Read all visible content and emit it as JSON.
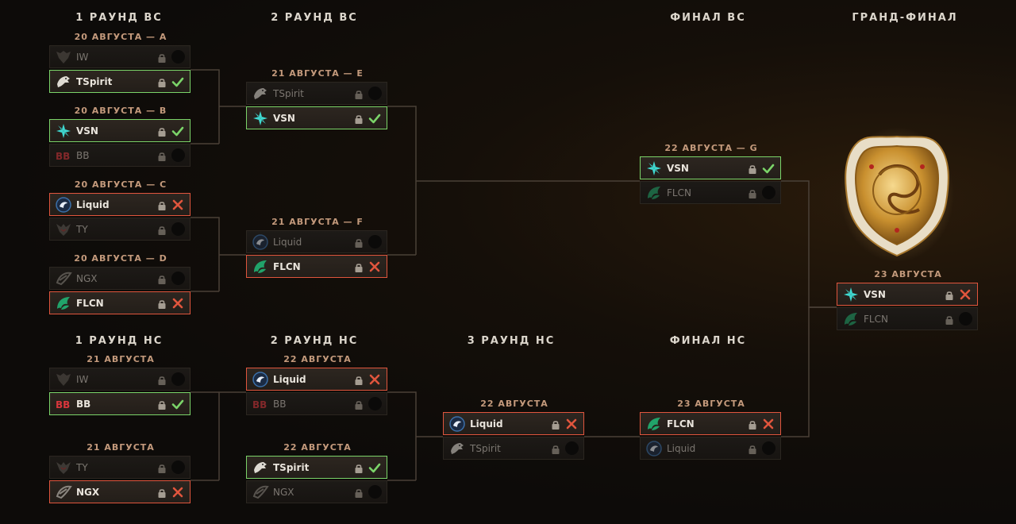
{
  "rounds": [
    {
      "label": "1 РАУНД ВС"
    },
    {
      "label": "2 РАУНД ВС"
    },
    {
      "label": "ФИНАЛ ВС"
    },
    {
      "label": "ГРАНД-ФИНАЛ"
    },
    {
      "label": "1 РАУНД НС"
    },
    {
      "label": "2 РАУНД НС"
    },
    {
      "label": "3 РАУНД НС"
    },
    {
      "label": "ФИНАЛ НС"
    }
  ],
  "matches": [
    {
      "date": "20 АВГУСТА — A",
      "slots": [
        {
          "team": "IW",
          "logo": "iw",
          "result": "none"
        },
        {
          "team": "TSpirit",
          "logo": "spirit",
          "result": "win"
        }
      ]
    },
    {
      "date": "20 АВГУСТА — B",
      "slots": [
        {
          "team": "VSN",
          "logo": "vsn",
          "result": "win"
        },
        {
          "team": "BB",
          "logo": "bb",
          "result": "none"
        }
      ]
    },
    {
      "date": "20 АВГУСТА — C",
      "slots": [
        {
          "team": "Liquid",
          "logo": "liquid",
          "result": "loss"
        },
        {
          "team": "TY",
          "logo": "ty",
          "result": "none"
        }
      ]
    },
    {
      "date": "20 АВГУСТА — D",
      "slots": [
        {
          "team": "NGX",
          "logo": "ngx",
          "result": "none"
        },
        {
          "team": "FLCN",
          "logo": "flcn",
          "result": "loss"
        }
      ]
    },
    {
      "date": "21 АВГУСТА — E",
      "slots": [
        {
          "team": "TSpirit",
          "logo": "spirit",
          "result": "none"
        },
        {
          "team": "VSN",
          "logo": "vsn",
          "result": "win"
        }
      ]
    },
    {
      "date": "21 АВГУСТА — F",
      "slots": [
        {
          "team": "Liquid",
          "logo": "liquid",
          "result": "none"
        },
        {
          "team": "FLCN",
          "logo": "flcn",
          "result": "loss"
        }
      ]
    },
    {
      "date": "22 АВГУСТА — G",
      "slots": [
        {
          "team": "VSN",
          "logo": "vsn",
          "result": "win"
        },
        {
          "team": "FLCN",
          "logo": "flcn",
          "result": "none"
        }
      ]
    },
    {
      "date": "23 АВГУСТА",
      "slots": [
        {
          "team": "VSN",
          "logo": "vsn",
          "result": "loss"
        },
        {
          "team": "FLCN",
          "logo": "flcn",
          "result": "none"
        }
      ]
    },
    {
      "date": "21 АВГУСТА",
      "slots": [
        {
          "team": "IW",
          "logo": "iw",
          "result": "none"
        },
        {
          "team": "BB",
          "logo": "bb",
          "result": "win"
        }
      ]
    },
    {
      "date": "21 АВГУСТА",
      "slots": [
        {
          "team": "TY",
          "logo": "ty",
          "result": "none"
        },
        {
          "team": "NGX",
          "logo": "ngx",
          "result": "loss"
        }
      ]
    },
    {
      "date": "22 АВГУСТА",
      "slots": [
        {
          "team": "Liquid",
          "logo": "liquid",
          "result": "loss"
        },
        {
          "team": "BB",
          "logo": "bb",
          "result": "none"
        }
      ]
    },
    {
      "date": "22 АВГУСТА",
      "slots": [
        {
          "team": "TSpirit",
          "logo": "spirit",
          "result": "win"
        },
        {
          "team": "NGX",
          "logo": "ngx",
          "result": "none"
        }
      ]
    },
    {
      "date": "22 АВГУСТА",
      "slots": [
        {
          "team": "Liquid",
          "logo": "liquid",
          "result": "loss"
        },
        {
          "team": "TSpirit",
          "logo": "spirit",
          "result": "none"
        }
      ]
    },
    {
      "date": "23 АВГУСТА",
      "slots": [
        {
          "team": "FLCN",
          "logo": "flcn",
          "result": "loss"
        },
        {
          "team": "Liquid",
          "logo": "liquid",
          "result": "none"
        }
      ]
    }
  ],
  "icons": {
    "lock": "lock-icon",
    "win": "checkmark-icon",
    "loss": "cross-icon",
    "pending": "empty-circle-icon",
    "trophy": "aegis-trophy-icon"
  },
  "colors": {
    "win": "#7bd469",
    "loss": "#e0553d",
    "date": "#c49a7c",
    "title": "#dcd6cc",
    "vsn": "#3fd8d0",
    "flcn": "#21a36a",
    "bb": "#d8363c",
    "liquid": "#3b6fa8"
  }
}
